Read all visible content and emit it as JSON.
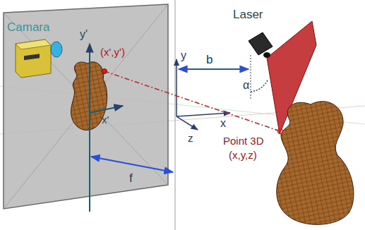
{
  "diagram": {
    "labels": [
      "Camara",
      "y'",
      "(x',y')",
      "x'",
      "f",
      "y",
      "b",
      "x",
      "z",
      "Laser",
      "α",
      "Point 3D",
      "(x,y,z)"
    ]
  }
}
